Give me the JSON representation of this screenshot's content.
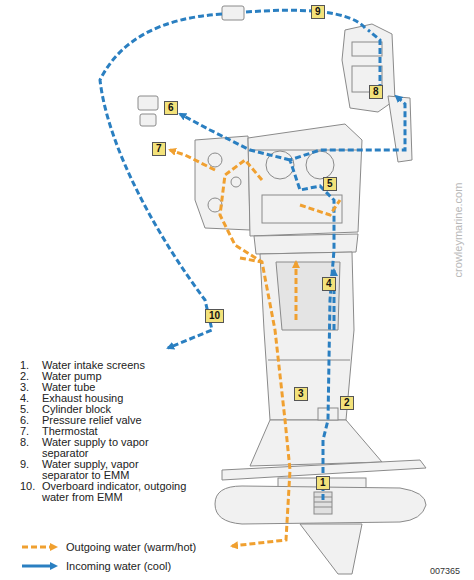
{
  "diagram": {
    "labels": [
      "1",
      "2",
      "3",
      "4",
      "5",
      "6",
      "7",
      "8",
      "9",
      "10",
      "1.",
      "Water intake screens",
      "2.",
      "Water pump",
      "3.",
      "Water tube",
      "4.",
      "Exhaust housing",
      "5.",
      "Cylinder block",
      "6.",
      "Pressure relief valve",
      "7.",
      "Thermostat",
      "8.",
      "Water supply to vapor separator",
      "9.",
      "Water supply, vapor separator to EMM",
      "10.",
      "Overboard indicator, outgoing water from EMM",
      "crowleymarine.com",
      "007365"
    ],
    "legend": [
      {
        "text": "Outgoing water (warm/hot)"
      },
      {
        "text": "Incoming water (cool)"
      }
    ]
  }
}
